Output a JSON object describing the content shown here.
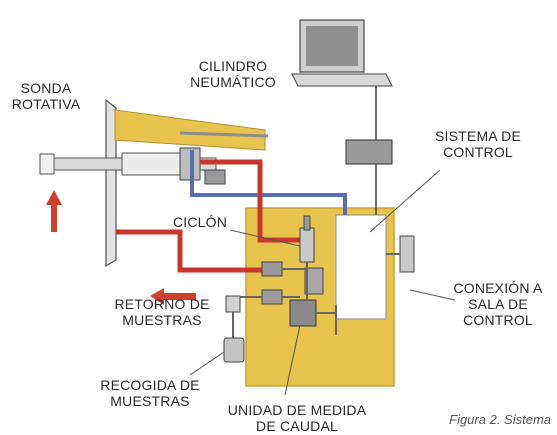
{
  "labels": {
    "sonda_rotativa": [
      "SONDA",
      "ROTATIVA"
    ],
    "cilindro_neumatico": [
      "CILINDRO",
      "NEUMÁTICO"
    ],
    "sistema_de_control": [
      "SISTEMA DE",
      "CONTROL"
    ],
    "ciclon": "CICLÓN",
    "conexion_sala": [
      "CONEXIÓN A",
      "SALA DE",
      "CONTROL"
    ],
    "retorno_muestras": [
      "RETORNO DE",
      "MUESTRAS"
    ],
    "recogida_muestras": [
      "RECOGIDA DE",
      "MUESTRAS"
    ],
    "unidad_medida": [
      "UNIDAD DE MEDIDA",
      "DE CAUDAL"
    ]
  },
  "caption": "Figura 2. Sistema",
  "colors": {
    "panel_yellow": "#e8c44e",
    "pipe_red": "#c8372d",
    "pipe_blue": "#5a6fb0",
    "arrow_red": "#d0402e",
    "equipment_gray": "#9a9a9a"
  }
}
